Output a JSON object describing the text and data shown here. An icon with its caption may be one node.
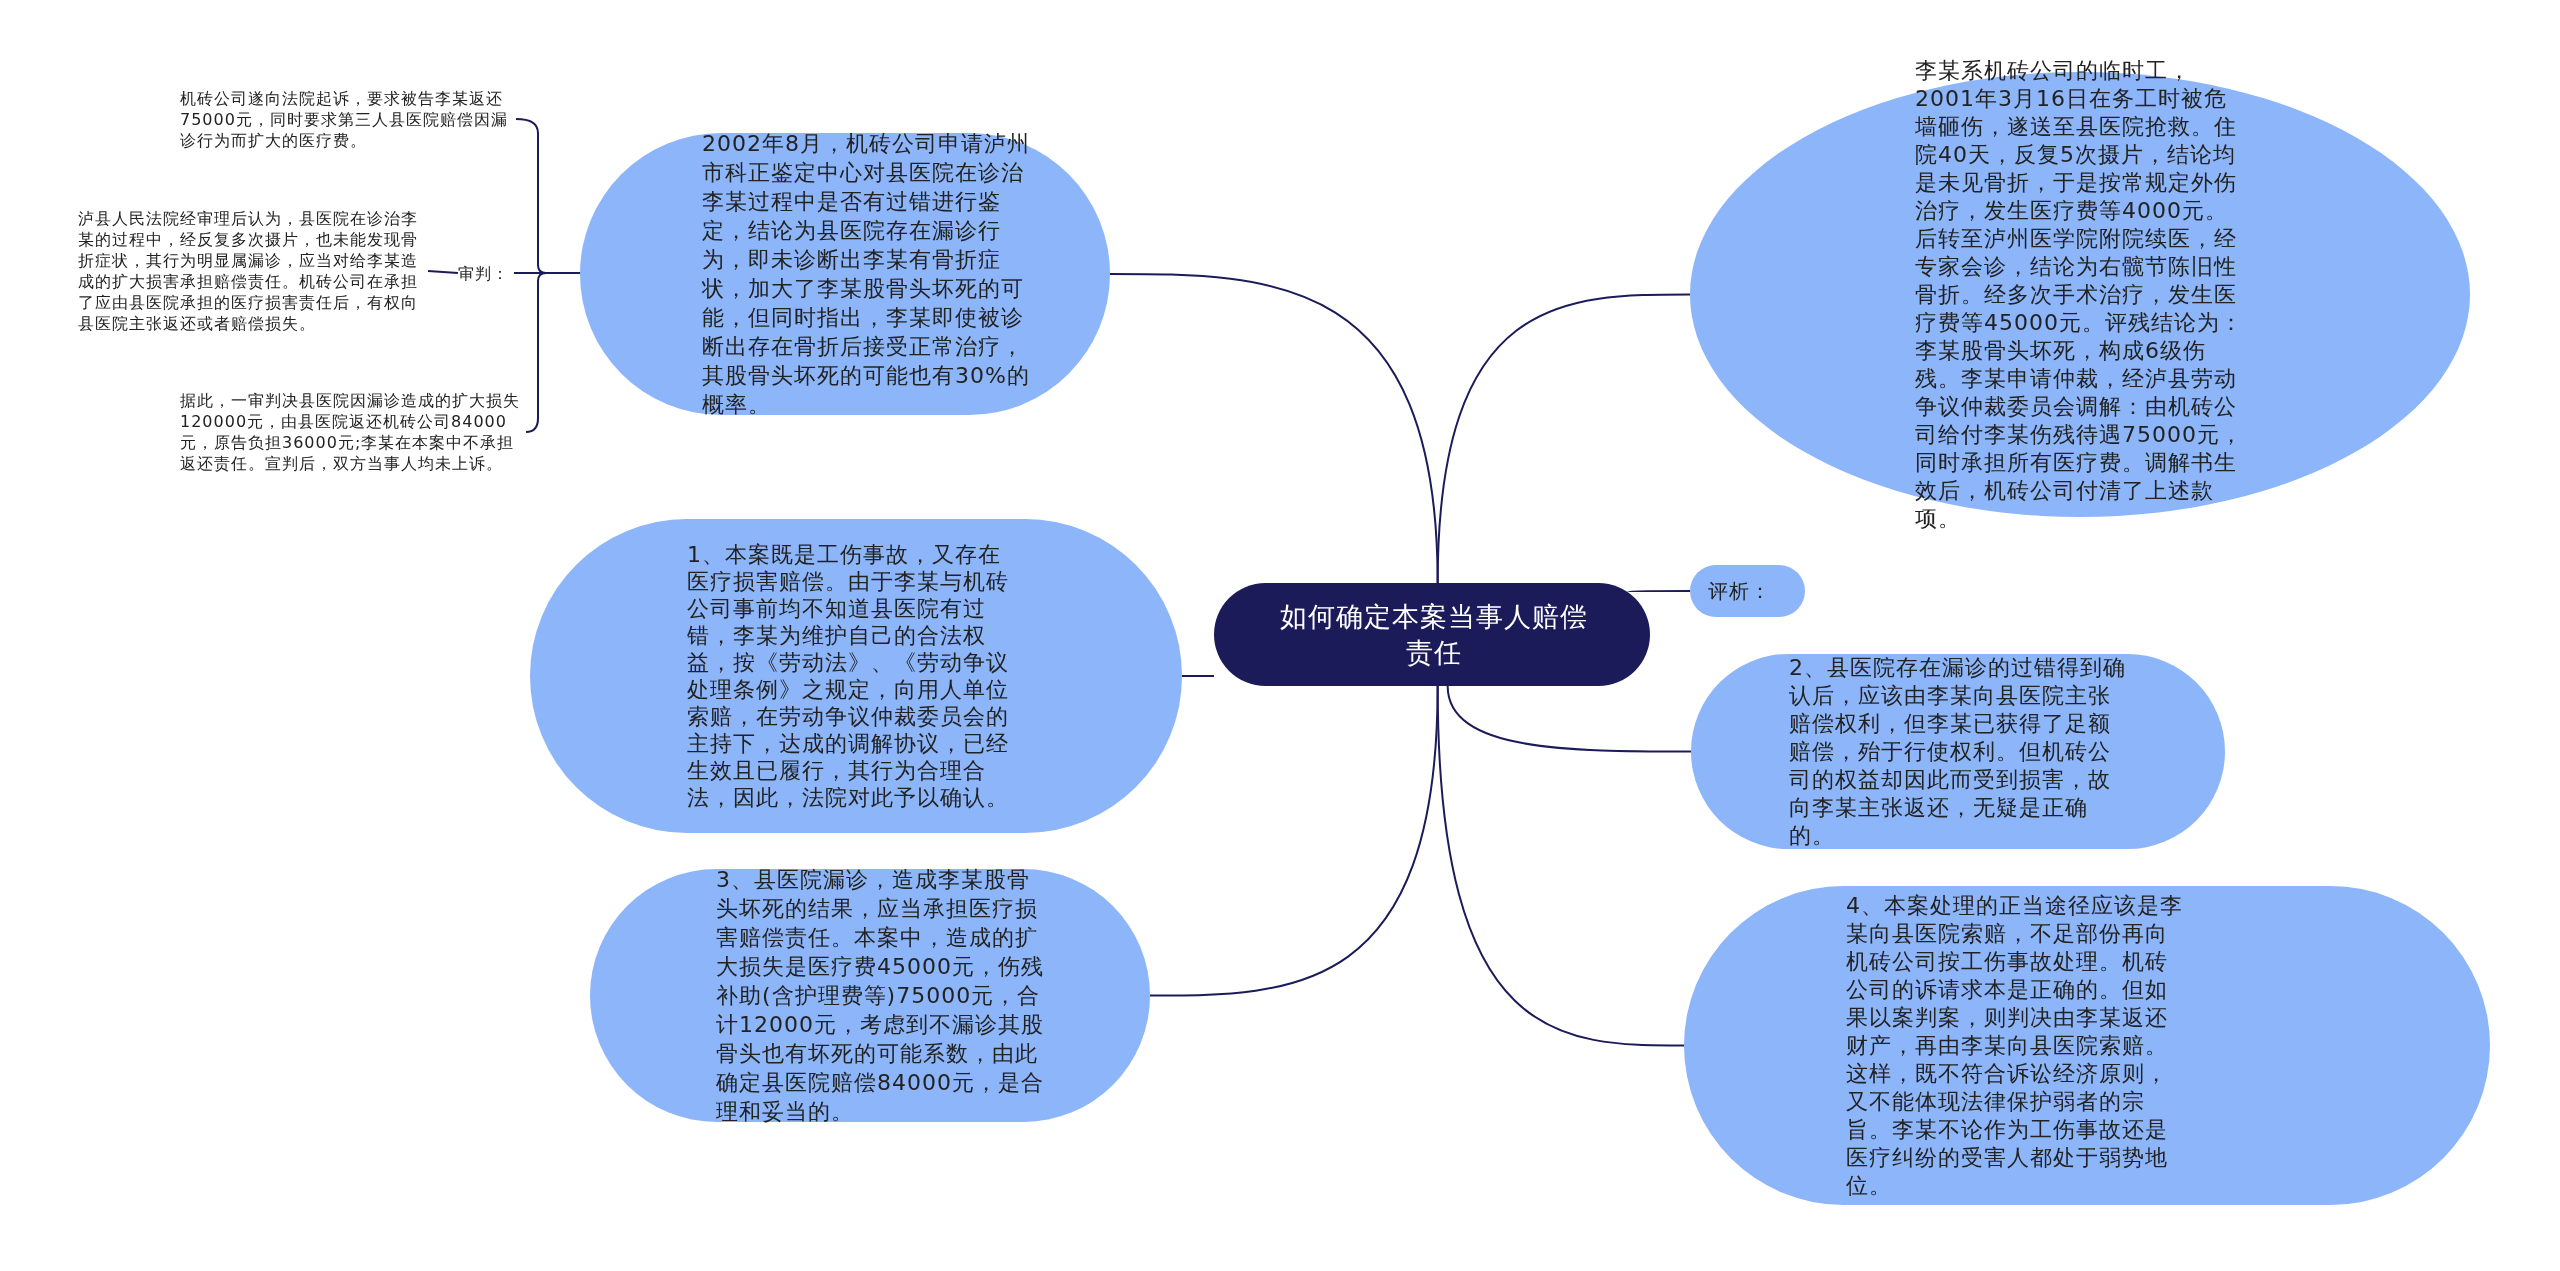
{
  "diagram": {
    "nodes": [
      {
        "text": [
          "如何确定本案当事人赔偿责任"
        ]
      },
      {
        "text": [
          "2002年8月，机砖公司申请泸州市科正鉴定中心对县医院在诊治李某过程中是否有过错进行鉴定，结论为县医院存在漏诊行为，即未诊断出李某有骨折症状，加大了李某股骨头坏死的可能，但同时指出，李某即使被诊断出存在骨折后接受正常治疗，其股骨头坏死的可能也有30%的概率。"
        ]
      },
      {
        "text": [
          "审判："
        ]
      },
      {
        "text": [
          "机砖公司遂向法院起诉，要求被告李某返还75000元，同时要求第三人县医院赔偿因漏诊行为而扩大的医疗费。"
        ]
      },
      {
        "text": [
          "泸县人民法院经审理后认为，县医院在诊治李某的过程中，经反复多次摄片，也未能发现骨折症状，其行为明显属漏诊，应当对给李某造成的扩大损害承担赔偿责任。机砖公司在承担了应由县医院承担的医疗损害责任后，有权向县医院主张返还或者赔偿损失。"
        ]
      },
      {
        "text": [
          "据此，一审判决县医院因漏诊造成的扩大损失120000元，由县医院返还机砖公司84000元，原告负担36000元;李某在本案中不承担返还责任。宣判后，双方当事人均未上诉。"
        ]
      },
      {
        "text": [
          "1、本案既是工伤事故，又存在医疗损害赔偿。由于李某与机砖公司事前均不知道县医院有过错，李某为维护自己的合法权益，按《劳动法》、《劳动争议处理条例》之规定，向用人单位索赔，在劳动争议仲裁委员会的主持下，达成的调解协议，已经生效且已履行，其行为合理合法，因此，法院对此予以确认。"
        ]
      },
      {
        "text": [
          "3、县医院漏诊，造成李某股骨头坏死的结果，应当承担医疗损害赔偿责任。本案中，造成的扩大损失是医疗费45000元，伤残补助(含护理费等)75000元，合计12000元，考虑到不漏诊其股骨头也有坏死的可能系数，由此确定县医院赔偿84000元，是合理和妥当的。"
        ]
      },
      {
        "text": [
          "李某系机砖公司的临时工，2001年3月16日在务工时被危墙砸伤，遂送至县医院抢救。住院40天，反复5次摄片，结论均是未见骨折，于是按常规定外伤治疗，发生医疗费等4000元。后转至泸州医学院附院续医，经专家会诊，结论为右髋节陈旧性骨折。经多次手术治疗，发生医疗费等45000元。评残结论为：李某股骨头坏死，构成6级伤残。李某申请仲裁，经泸县劳动争议仲裁委员会调解：由机砖公司给付李某伤残待遇75000元，同时承担所有医疗费。调解书生效后，机砖公司付清了上述款项。"
        ]
      },
      {
        "text": [
          "评析："
        ]
      },
      {
        "text": [
          "2、县医院存在漏诊的过错得到确认后，应该由李某向县医院主张赔偿权利，但李某已获得了足额赔偿，殆于行使权利。但机砖公司的权益却因此而受到损害，故向李某主张返还，无疑是正确的。"
        ]
      },
      {
        "text": [
          "4、本案处理的正当途径应该是李某向县医院索赔，不足部份再向机砖公司按工伤事故处理。机砖公司的诉请求本是正确的。但如果以案判案，则判决由李某返还财产，再由李某向县医院索赔。这样，既不符合诉讼经济原则，又不能体现法律保护弱者的宗旨。李某不论作为工伤事故还是医疗纠纷的受害人都处于弱势地位。"
        ]
      }
    ],
    "edges": [
      {
        "from": 0,
        "to": 1,
        "arrow": "none"
      },
      {
        "from": 1,
        "to": 2,
        "arrow": "none"
      },
      {
        "from": 1,
        "to": 3,
        "arrow": "none"
      },
      {
        "from": 2,
        "to": 4,
        "arrow": "none"
      },
      {
        "from": 1,
        "to": 5,
        "arrow": "none"
      },
      {
        "from": 0,
        "to": 6,
        "arrow": "none"
      },
      {
        "from": 0,
        "to": 7,
        "arrow": "none"
      },
      {
        "from": 0,
        "to": 8,
        "arrow": "none"
      },
      {
        "from": 0,
        "to": 9,
        "arrow": "none"
      },
      {
        "from": 0,
        "to": 10,
        "arrow": "none"
      },
      {
        "from": 0,
        "to": 11,
        "arrow": "none"
      }
    ]
  }
}
